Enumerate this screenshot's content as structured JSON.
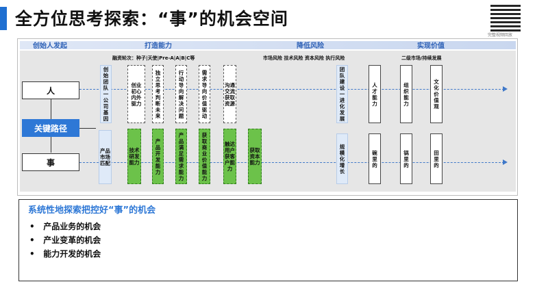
{
  "title": "全方位思考探索：“事”的机会空间",
  "qr_caption": "完整视频回放",
  "phases": [
    "创始人发起",
    "打造能力",
    "降低风险",
    "实现价值"
  ],
  "headers": {
    "funding_label": "融资轮次：",
    "rounds": [
      "种子",
      "天使",
      "Pre-A",
      "A",
      "B",
      "C等"
    ],
    "risks": [
      "市场风险",
      "技术风险",
      "资本风险",
      "执行风险"
    ],
    "market": "二级市场/持续发展"
  },
  "rows": {
    "person": "人",
    "key_path": "关键路径",
    "thing": "事"
  },
  "top_columns": [
    "创始团队一公司基因",
    "创业初心内外驱力",
    "独立思考判断未来",
    "行动导向解决问题",
    "需求导向价值驱动",
    "沟通交流获取资源",
    "团队建设一进化发展",
    "人才能力",
    "组织能力",
    "文化价值观"
  ],
  "bottom_columns": [
    "产品市场匹配",
    "技术研发能力",
    "产品开发能力",
    "产品满足需求能力",
    "获取商业价值能力",
    "触达用户获客户能力",
    "获取资本能力",
    "规模化增长",
    "碗里的",
    "锅里的",
    "田里的"
  ],
  "summary": {
    "title": "系统性地探索把控好“事”的机会",
    "bullets": [
      "产品业务的机会",
      "产业变革的机会",
      "能力开发的机会"
    ]
  },
  "colors": {
    "accent": "#2e78d6",
    "green": "#6cc24a",
    "light_blue": "#dfeaf8",
    "panel": "#e6e6e6"
  }
}
